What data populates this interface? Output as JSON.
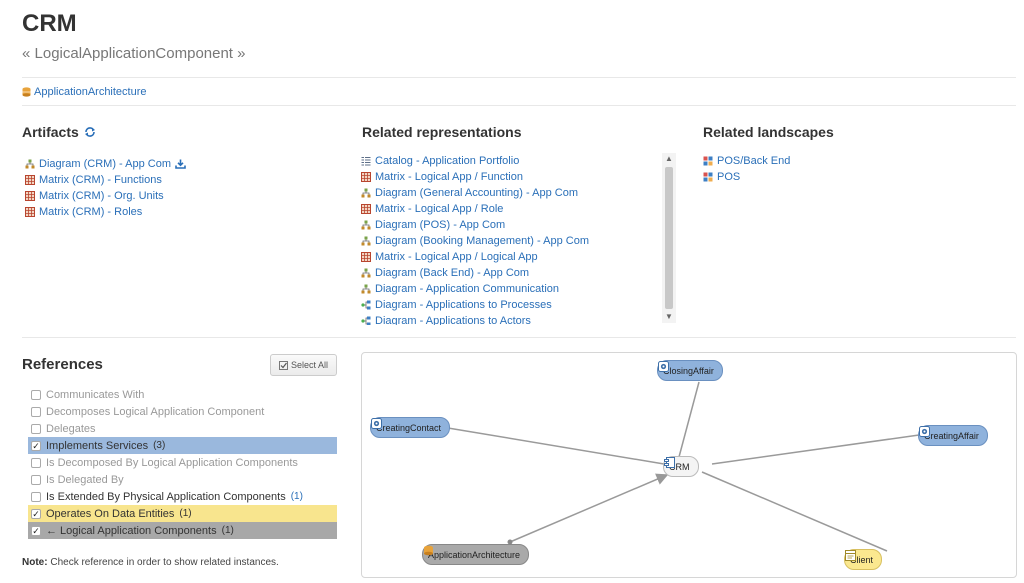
{
  "header": {
    "title": "CRM",
    "subtitle": "« LogicalApplicationComponent »",
    "breadcrumb": "ApplicationArchitecture"
  },
  "artifacts": {
    "title": "Artifacts",
    "items": [
      {
        "label": "Diagram (CRM) - App Com",
        "icon": "diagram-icon"
      },
      {
        "label": "Matrix (CRM) - Functions",
        "icon": "matrix-icon"
      },
      {
        "label": "Matrix (CRM) - Org. Units",
        "icon": "matrix-icon"
      },
      {
        "label": "Matrix (CRM) - Roles",
        "icon": "matrix-icon"
      }
    ]
  },
  "related_representations": {
    "title": "Related representations",
    "items": [
      {
        "label": "Catalog - Application Portfolio",
        "icon": "catalog-icon"
      },
      {
        "label": "Matrix - Logical App / Function",
        "icon": "matrix-icon"
      },
      {
        "label": "Diagram (General Accounting) - App Com",
        "icon": "diagram-icon"
      },
      {
        "label": "Matrix - Logical App / Role",
        "icon": "matrix-icon"
      },
      {
        "label": "Diagram (POS) - App Com",
        "icon": "diagram-icon"
      },
      {
        "label": "Diagram (Booking Management) - App Com",
        "icon": "diagram-icon"
      },
      {
        "label": "Matrix - Logical App / Logical App",
        "icon": "matrix-icon"
      },
      {
        "label": "Diagram (Back End) - App Com",
        "icon": "diagram-icon"
      },
      {
        "label": "Diagram - Application Communication",
        "icon": "diagram-icon"
      },
      {
        "label": "Diagram - Applications to Processes",
        "icon": "process-diagram-icon"
      },
      {
        "label": "Diagram - Applications to Actors",
        "icon": "process-diagram-icon"
      }
    ]
  },
  "related_landscapes": {
    "title": "Related landscapes",
    "items": [
      {
        "label": "POS/Back End",
        "icon": "landscape-icon"
      },
      {
        "label": "POS",
        "icon": "landscape-icon"
      }
    ]
  },
  "references": {
    "title": "References",
    "select_all_label": "Select All",
    "items": [
      {
        "label": "Communicates With",
        "checked": false,
        "count": ""
      },
      {
        "label": "Decomposes Logical Application Component",
        "checked": false,
        "count": ""
      },
      {
        "label": "Delegates",
        "checked": false,
        "count": ""
      },
      {
        "label": "Implements Services",
        "checked": true,
        "count": "(3)"
      },
      {
        "label": "Is Decomposed By Logical Application Components",
        "checked": false,
        "count": ""
      },
      {
        "label": "Is Delegated By",
        "checked": false,
        "count": ""
      },
      {
        "label": "Is Extended By Physical Application Components",
        "checked": false,
        "count": "(1)"
      },
      {
        "label": "Operates On Data Entities",
        "checked": true,
        "count": "(1)"
      },
      {
        "label": "← Logical Application Components",
        "checked": true,
        "count": "(1)"
      }
    ],
    "note_label": "Note:",
    "note_text": "Check reference in order to show related instances."
  },
  "graph": {
    "nodes": [
      {
        "id": "closing",
        "label": "ClosingAffair",
        "kind": "service",
        "color": "#8fb2dc"
      },
      {
        "id": "creating-contact",
        "label": "CreatingContact",
        "kind": "service",
        "color": "#8fb2dc"
      },
      {
        "id": "creating-affair",
        "label": "CreatingAffair",
        "kind": "service",
        "color": "#8fb2dc"
      },
      {
        "id": "crm",
        "label": "CRM",
        "kind": "component",
        "color": "#f4f4f4"
      },
      {
        "id": "app-arch",
        "label": "ApplicationArchitecture",
        "kind": "architecture",
        "color": "#a9a9a9"
      },
      {
        "id": "client",
        "label": "Client",
        "kind": "data-entity",
        "color": "#fbe88f"
      }
    ]
  },
  "colors": {
    "link": "#2a6fb8",
    "service_highlight": "#9ab8dd",
    "data_highlight": "#f8e58e",
    "component_highlight": "#a8a8a8"
  }
}
